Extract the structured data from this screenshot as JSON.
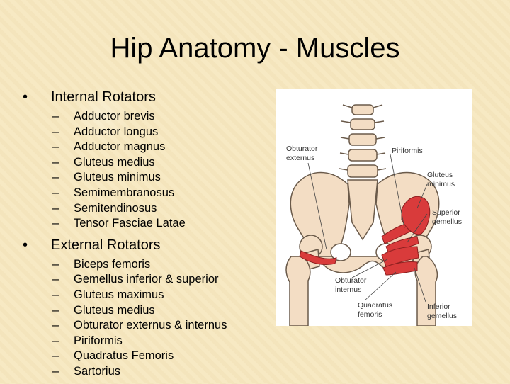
{
  "slide": {
    "title": "Hip Anatomy - Muscles",
    "sections": [
      {
        "heading": "Internal Rotators",
        "items": [
          "Adductor brevis",
          "Adductor longus",
          "Adductor magnus",
          "Gluteus medius",
          "Gluteus minimus",
          "Semimembranosus",
          "Semitendinosus",
          "Tensor Fasciae Latae"
        ]
      },
      {
        "heading": "External Rotators",
        "items": [
          "Biceps femoris",
          "Gemellus inferior & superior",
          "Gluteus maximus",
          "Gluteus medius",
          "Obturator externus & internus",
          "Piriformis",
          "Quadratus Femoris",
          "Sartorius"
        ]
      }
    ]
  },
  "figure": {
    "labels": {
      "obturator_externus_1": "Obturator",
      "obturator_externus_2": "externus",
      "piriformis": "Piriformis",
      "gluteus_minimus_1": "Gluteus",
      "gluteus_minimus_2": "minimus",
      "superior_gemellus_1": "Superior",
      "superior_gemellus_2": "gemellus",
      "obturator_internus_1": "Obturator",
      "obturator_internus_2": "internus",
      "quadratus_femoris_1": "Quadratus",
      "quadratus_femoris_2": "femoris",
      "inferior_gemellus_1": "Inferior",
      "inferior_gemellus_2": "gemellus"
    },
    "colors": {
      "bone": "#f3ddc4",
      "bone_outline": "#6a5a4a",
      "muscle": "#d93b3b"
    }
  }
}
